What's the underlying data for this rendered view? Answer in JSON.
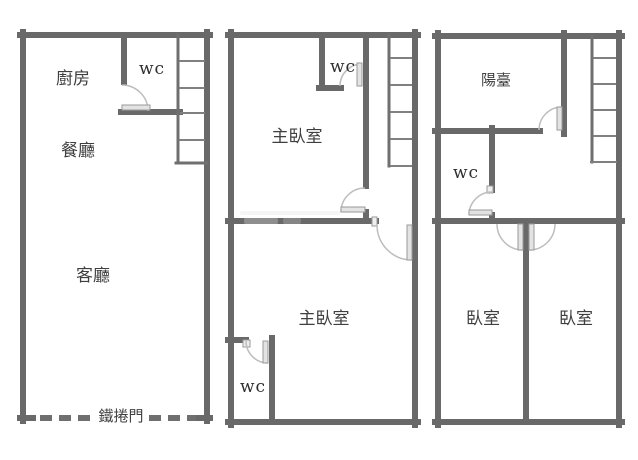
{
  "colors": {
    "wall": "#696969",
    "door_arc": "#bdbdbd",
    "door_leaf": "#e3e3e3",
    "label_text": "#3f3f3f",
    "background": "#ffffff"
  },
  "floors": [
    {
      "position": "left",
      "rooms": {
        "kitchen": "廚房",
        "wc": "wc",
        "dining": "餐廳",
        "living": "客廳"
      },
      "roller_door": "鐵捲門",
      "stair_steps": 5
    },
    {
      "position": "middle",
      "rooms": {
        "wc_upper": "wc",
        "master_upper": "主臥室",
        "master_lower": "主臥室",
        "wc_lower": "wc"
      },
      "stair_steps": 5
    },
    {
      "position": "right",
      "rooms": {
        "balcony": "陽臺",
        "wc": "wc",
        "bedroom_left": "臥室",
        "bedroom_right": "臥室"
      },
      "stair_steps": 5
    }
  ]
}
